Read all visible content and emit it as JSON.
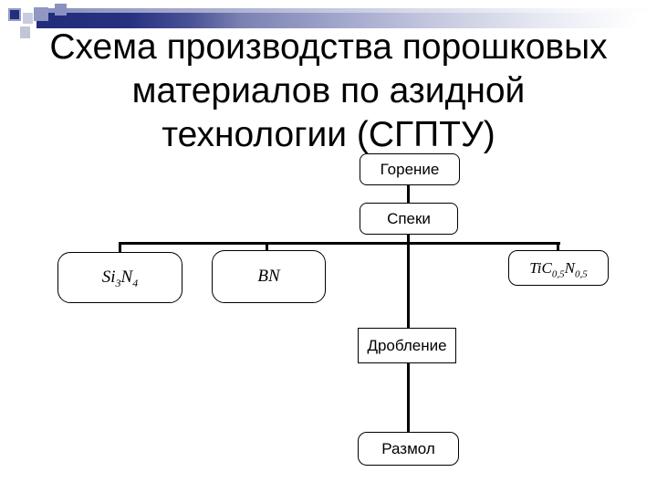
{
  "slide": {
    "title": {
      "lines": [
        "Схема производства порошковых",
        "материалов по азидной",
        "технологии (СГПТУ)"
      ]
    },
    "colors": {
      "accent_navy": "#232E7E",
      "accent_lavender": "#C9CCDF",
      "text": "#000000",
      "box_border": "#000000",
      "box_fill": "#FFFFFF"
    },
    "flowchart": {
      "nodes": {
        "gorenie": "Горение",
        "speki": "Спеки",
        "si3n4": {
          "base1": "Si",
          "sub1": "3",
          "base2": "N",
          "sub2": "4"
        },
        "bn": "BN",
        "ticn": {
          "base1": "TiC",
          "sub1": "0,5",
          "base2": "N",
          "sub2": "0,5"
        },
        "droblenie": "Дробление",
        "razmol": "Размол"
      }
    }
  }
}
